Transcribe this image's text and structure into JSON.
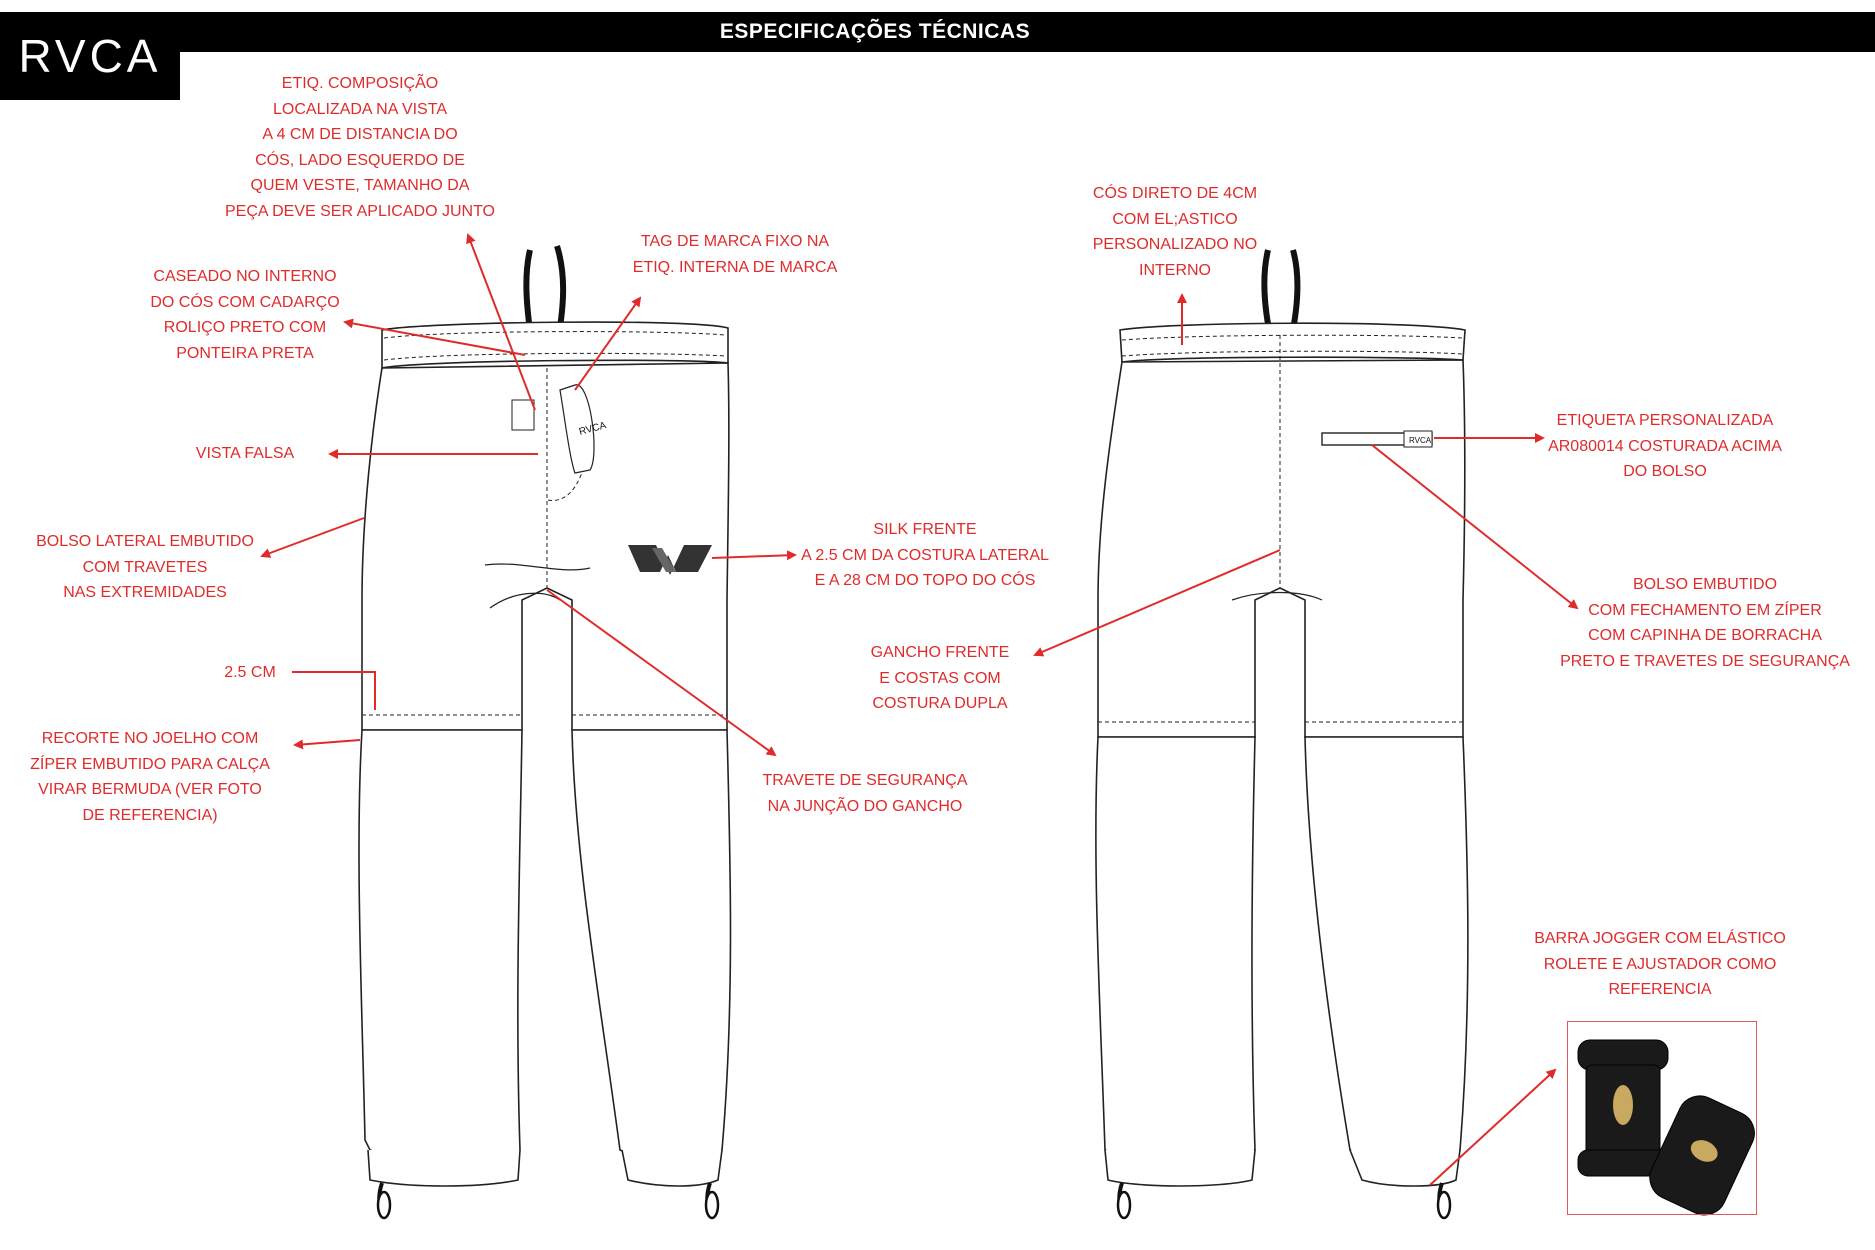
{
  "header": {
    "logo_text": "RVCA",
    "title": "ESPECIFICAÇÕES TÉCNICAS",
    "bar_color": "#000000"
  },
  "accent_color": "#e02b2b",
  "annotations": {
    "composition_label": "ETIQ. COMPOSIÇÃO\nLOCALIZADA NA VISTA\nA 4 CM DE DISTANCIA DO\nCÓS, LADO ESQUERDO DE\nQUEM VESTE, TAMANHO DA\nPEÇA DEVE SER APLICADO JUNTO",
    "brand_tag": "TAG DE MARCA FIXO NA\nETIQ. INTERNA DE MARCA",
    "drawstring_eyelet": "CASEADO NO INTERNO\nDO CÓS COM CADARÇO\nROLIÇO PRETO COM\nPONTEIRA PRETA",
    "false_fly": "VISTA FALSA",
    "side_pocket": "BOLSO  LATERAL EMBUTIDO\nCOM TRAVETES\nNAS EXTREMIDADES",
    "measure_25": "2.5 CM",
    "knee_cut": "RECORTE NO JOELHO COM\nZÍPER EMBUTIDO PARA CALÇA\nVIRAR BERMUDA (VER FOTO\nDE REFERENCIA)",
    "silk_front": "SILK FRENTE\nA 2.5 CM DA COSTURA LATERAL\nE A 28 CM DO TOPO DO CÓS",
    "safety_bartack": "TRAVETE DE SEGURANÇA\nNA JUNÇÃO DO GANCHO",
    "waistband_back": "CÓS DIRETO DE 4CM\nCOM EL;ASTICO\nPERSONALIZADO NO\nINTERNO",
    "custom_label": "ETIQUETA PERSONALIZADA\nAR080014 COSTURADA ACIMA\nDO BOLSO",
    "back_pocket": "BOLSO EMBUTIDO\nCOM FECHAMENTO EM ZÍPER\nCOM CAPINHA DE BORRACHA\nPRETO E TRAVETES DE SEGURANÇA",
    "crotch_seam": "GANCHO FRENTE\nE COSTAS COM\nCOSTURA DUPLA",
    "jogger_hem": "BARRA JOGGER COM ELÁSTICO\nROLETE E AJUSTADOR COMO\nREFERENCIA"
  },
  "hangtag_text": "RVCA",
  "back_label_text": "RVCA",
  "reference_photo": {
    "subject": "cord-lock-stopper",
    "color": "#1a1a1a"
  }
}
